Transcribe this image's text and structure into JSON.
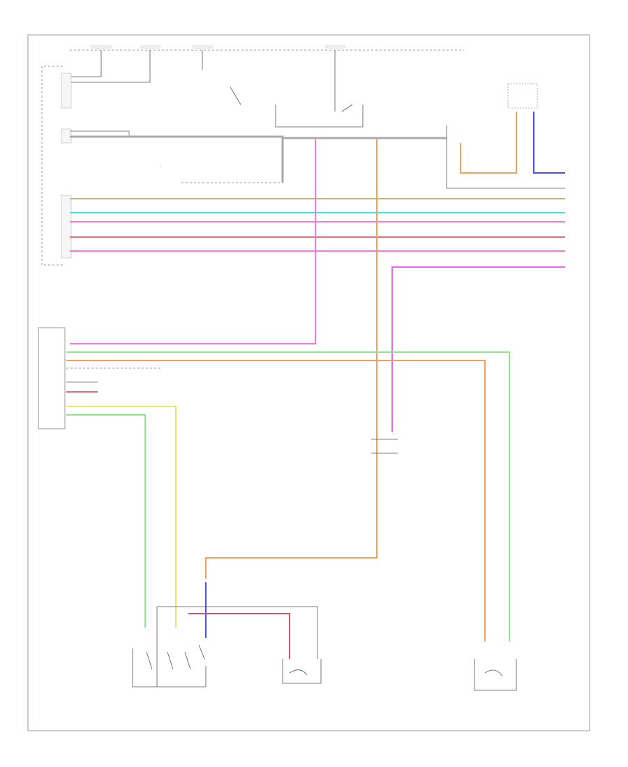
{
  "diagram": {
    "footer_code": "",
    "components": [
      {
        "id": "body-ecu",
        "label": ""
      },
      {
        "id": "mirror-switch",
        "label": ""
      },
      {
        "id": "right-mirror-motor",
        "label": ""
      },
      {
        "id": "right-mirror-heater",
        "label": ""
      },
      {
        "id": "left-mirror-motor",
        "label": ""
      },
      {
        "id": "fuse-block",
        "label": ""
      }
    ],
    "wire_colors": {
      "orange": "#f5a05a",
      "tan": "#c8b27a",
      "cyan": "#37e2ec",
      "pink": "#f77ad9",
      "red": "#f06a7a",
      "magenta": "#e766f2",
      "green": "#8fe58f",
      "yellow": "#ece46c",
      "blue": "#4d4df0",
      "gray": "#999999",
      "dark_red": "#d0566b"
    }
  }
}
